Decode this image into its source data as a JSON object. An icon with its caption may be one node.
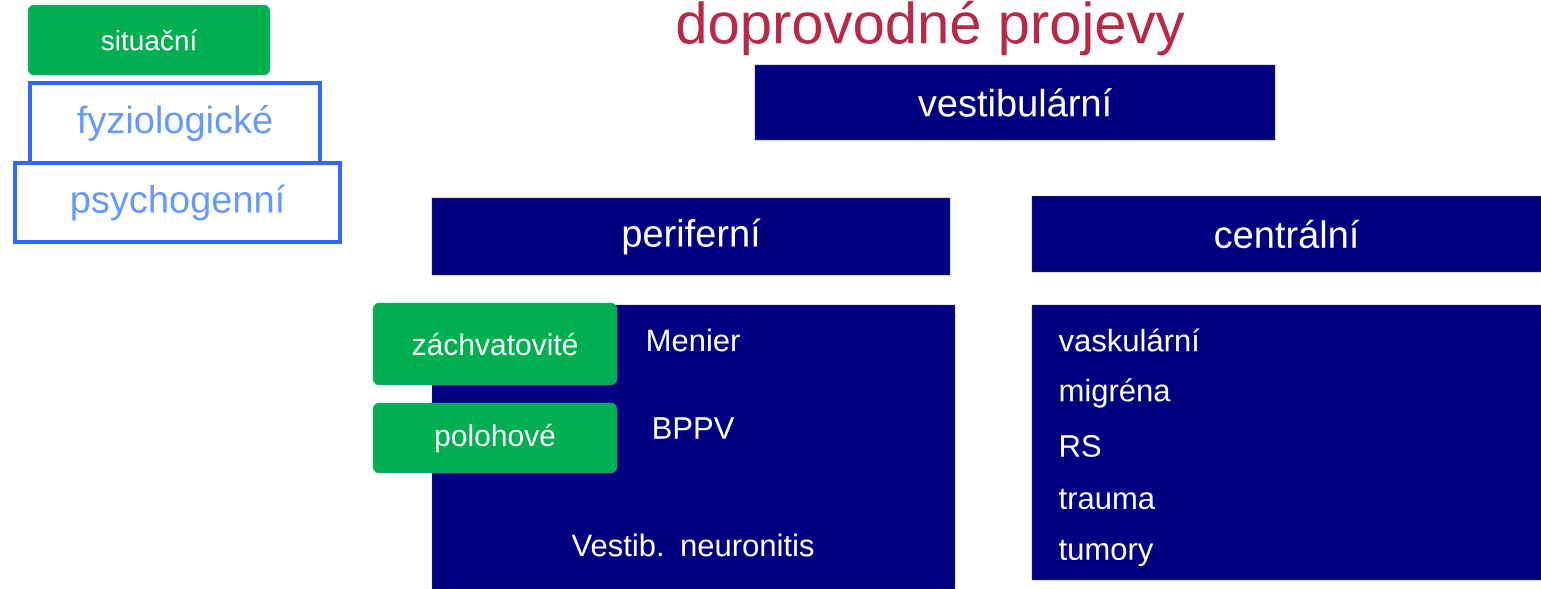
{
  "diagram": {
    "title": "doprovodné projevy",
    "nodes": [
      {
        "text": [
          "situační"
        ]
      },
      {
        "text": [
          "fyziologické"
        ]
      },
      {
        "text": [
          "psychogenní"
        ]
      },
      {
        "text": [
          "vestibulární"
        ]
      },
      {
        "text": [
          "periferní"
        ]
      },
      {
        "text": [
          "centrální"
        ]
      },
      {
        "text": [
          "Menier",
          "BPPV",
          "Vestib. neuronitis"
        ]
      },
      {
        "text": [
          "záchvatovité"
        ]
      },
      {
        "text": [
          "polohové"
        ]
      },
      {
        "text": [
          "vaskulární",
          "migréna",
          "RS",
          "trauma",
          "tumory"
        ]
      }
    ]
  }
}
